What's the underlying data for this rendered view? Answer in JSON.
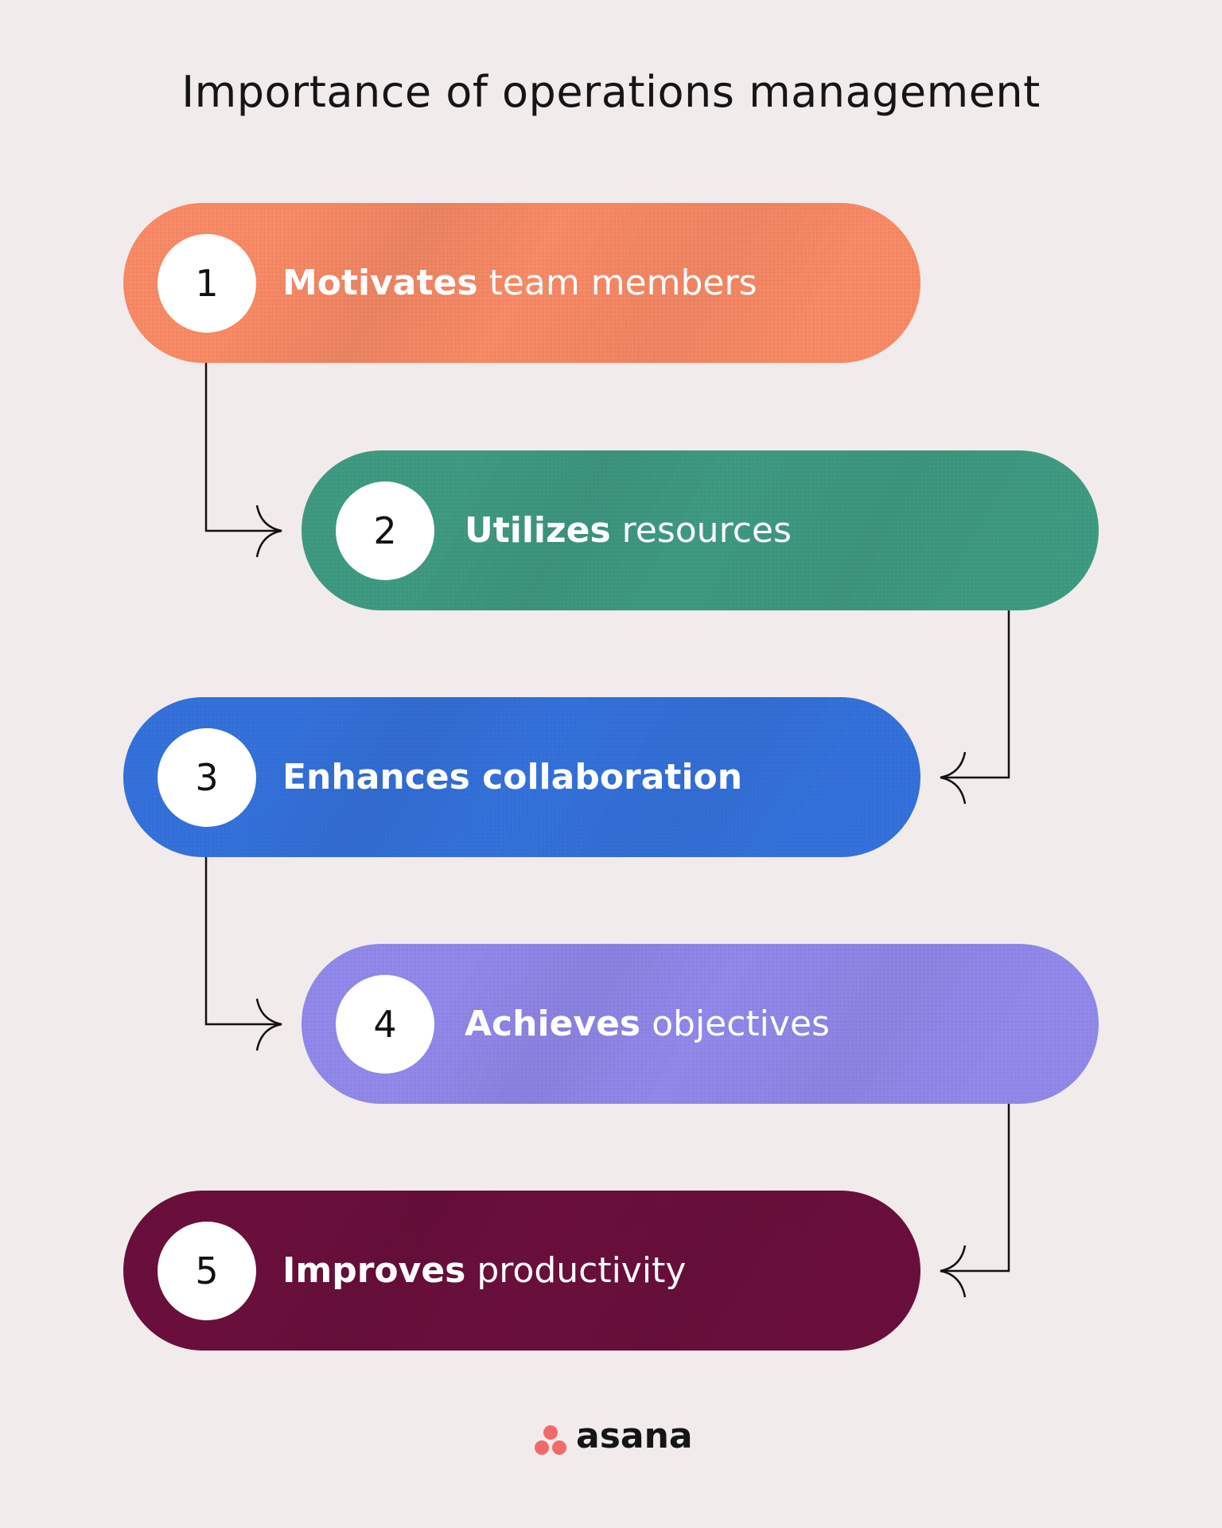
{
  "title": "Importance of operations management",
  "steps": [
    {
      "number": "1",
      "bold": "Motivates",
      "regular": " team members",
      "color": "#F88A66"
    },
    {
      "number": "2",
      "bold": "Utilizes",
      "regular": " resources",
      "color": "#3F9A82"
    },
    {
      "number": "3",
      "bold": "Enhances collaboration",
      "regular": "",
      "color": "#3471DB"
    },
    {
      "number": "4",
      "bold": "Achieves",
      "regular": " objectives",
      "color": "#9188EA"
    },
    {
      "number": "5",
      "bold": "Improves",
      "regular": " productivity",
      "color": "#6A0F3C"
    }
  ],
  "logo": {
    "text": "asana",
    "color": "#F06A6A"
  }
}
